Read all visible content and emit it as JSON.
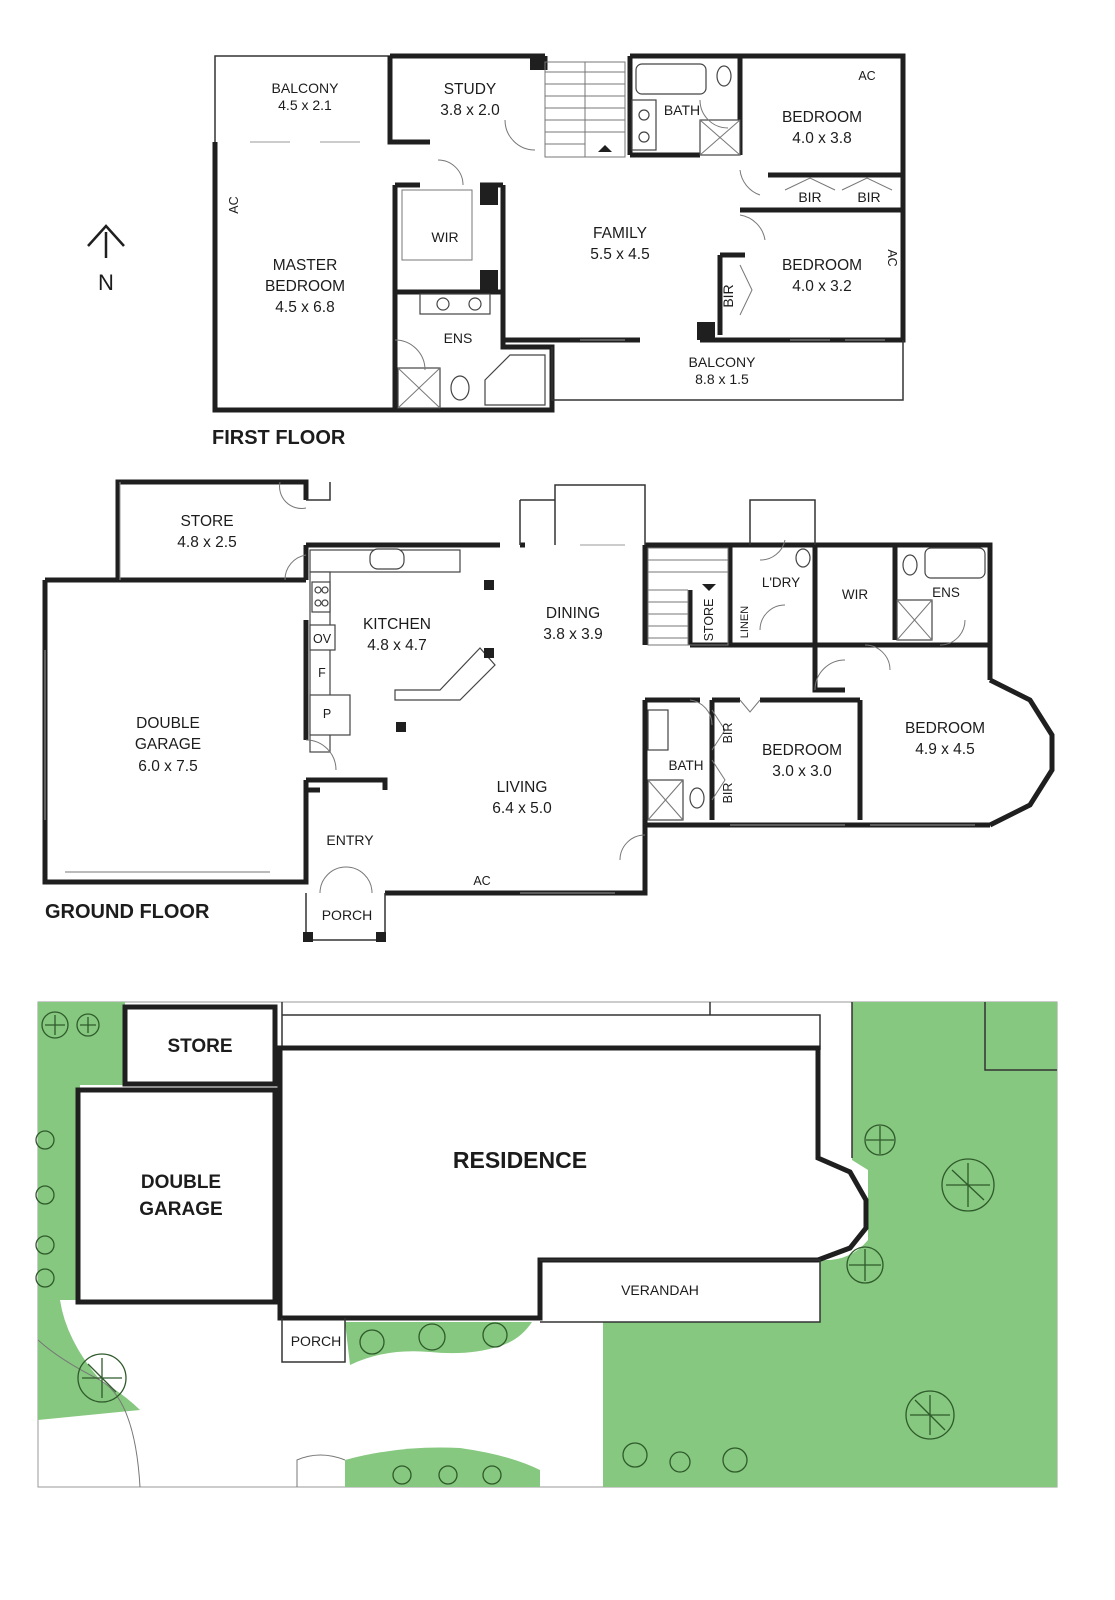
{
  "north_label": "N",
  "first_floor": {
    "title": "FIRST FLOOR",
    "balcony_w": {
      "name": "BALCONY",
      "size": "4.5 x 2.1"
    },
    "study": {
      "name": "STUDY",
      "size": "3.8 x 2.0"
    },
    "bath": "BATH",
    "bedroom_ne": {
      "name": "BEDROOM",
      "size": "4.0 x 3.8"
    },
    "ac1": "AC",
    "ac2": "AC",
    "ac3": "AC",
    "bir1": "BIR",
    "bir2": "BIR",
    "bir3": "BIR",
    "wir": "WIR",
    "family": {
      "name": "FAMILY",
      "size": "5.5 x 4.5"
    },
    "master": {
      "line1": "MASTER",
      "line2": "BEDROOM",
      "size": "4.5 x 6.8"
    },
    "bedroom_e": {
      "name": "BEDROOM",
      "size": "4.0 x 3.2"
    },
    "ens": "ENS",
    "balcony_s": {
      "name": "BALCONY",
      "size": "8.8 x 1.5"
    }
  },
  "ground_floor": {
    "title": "GROUND FLOOR",
    "store": {
      "name": "STORE",
      "size": "4.8 x 2.5"
    },
    "kitchen": {
      "name": "KITCHEN",
      "size": "4.8 x 4.7"
    },
    "ov": "OV",
    "f": "F",
    "p": "P",
    "dining": {
      "name": "DINING",
      "size": "3.8 x 3.9"
    },
    "store_small": "STORE",
    "linen": "LINEN",
    "ldry": "L'DRY",
    "wir": "WIR",
    "ens": "ENS",
    "garage": {
      "line1": "DOUBLE",
      "line2": "GARAGE",
      "size": "6.0 x 7.5"
    },
    "bedroom_big": {
      "name": "BEDROOM",
      "size": "4.9 x 4.5"
    },
    "bir1": "BIR",
    "bir2": "BIR",
    "bedroom_small": {
      "name": "BEDROOM",
      "size": "3.0 x 3.0"
    },
    "bath": "BATH",
    "living": {
      "name": "LIVING",
      "size": "6.4 x 5.0"
    },
    "entry": "ENTRY",
    "ac": "AC",
    "porch": "PORCH"
  },
  "site_plan": {
    "store": "STORE",
    "garage_line1": "DOUBLE",
    "garage_line2": "GARAGE",
    "residence": "RESIDENCE",
    "verandah": "VERANDAH",
    "porch": "PORCH"
  },
  "colors": {
    "wall": "#1f1f1f",
    "landscape_green": "#86c87f",
    "background": "#ffffff"
  }
}
